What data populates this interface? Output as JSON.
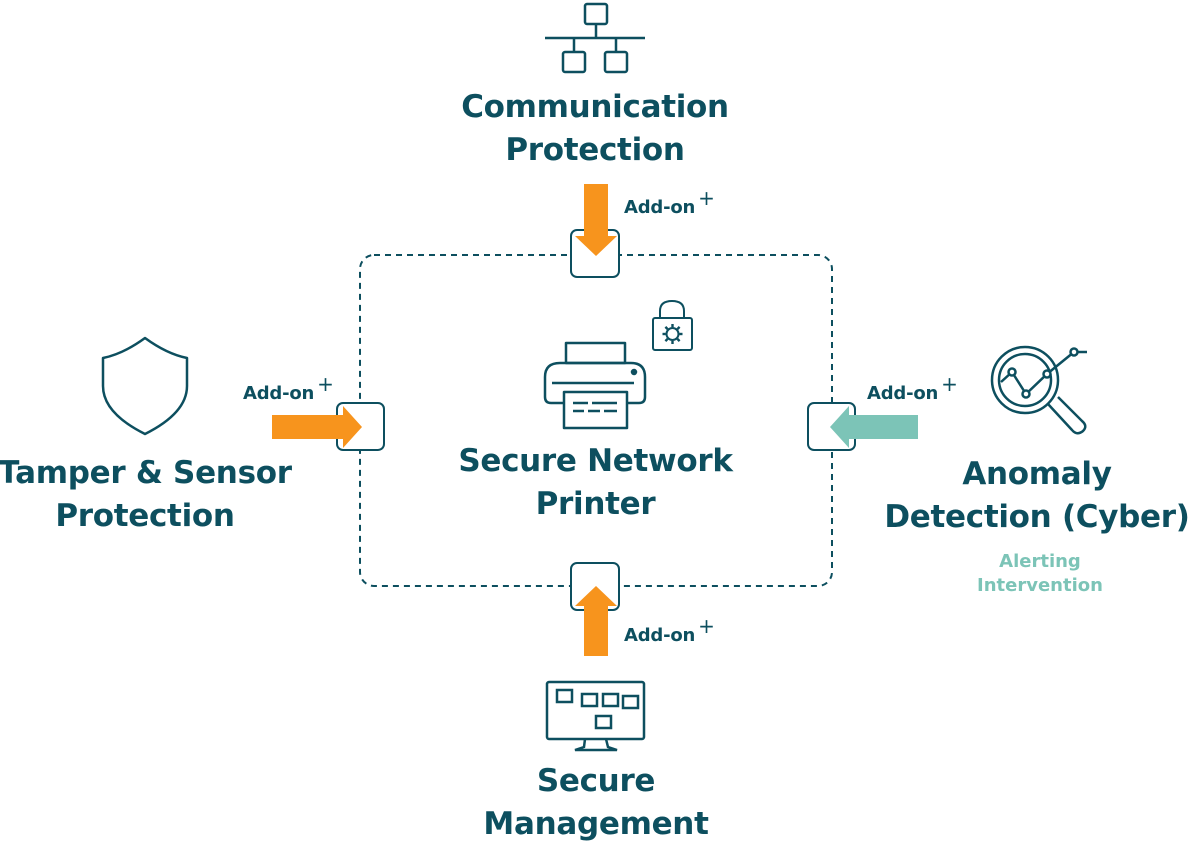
{
  "colors": {
    "primary": "#0d4f5f",
    "arrow_orange": "#f7941d",
    "arrow_teal": "#7cc4b7",
    "alert_text": "#7cc4b7"
  },
  "center": {
    "icon": "printer-icon",
    "badge_icon": "padlock-gear-icon",
    "title_lines": [
      "Secure Network",
      "Printer"
    ]
  },
  "modules": {
    "top": {
      "icon": "network-hierarchy-icon",
      "title_lines": [
        "Communication",
        "Protection"
      ],
      "addon": {
        "label": "Add-on",
        "plus": "+"
      }
    },
    "left": {
      "icon": "shield-icon",
      "title_lines": [
        "Tamper & Sensor",
        "Protection"
      ],
      "addon": {
        "label": "Add-on",
        "plus": "+"
      }
    },
    "right": {
      "icon": "magnifier-chart-icon",
      "title_lines": [
        "Anomaly",
        "Detection (Cyber)"
      ],
      "sub_lines": [
        "Alerting",
        "Intervention"
      ],
      "addon": {
        "label": "Add-on",
        "plus": "+"
      }
    },
    "bottom": {
      "icon": "monitor-dashboard-icon",
      "title_lines": [
        "Secure",
        "Management"
      ],
      "addon": {
        "label": "Add-on",
        "plus": "+"
      }
    }
  }
}
